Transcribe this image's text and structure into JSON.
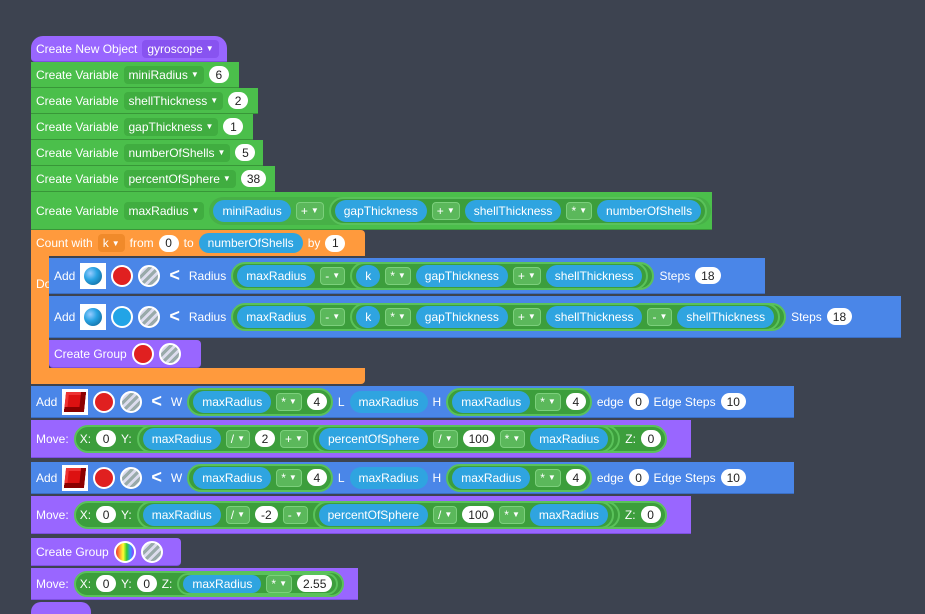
{
  "colors": {
    "background": "#3d4350",
    "object": "#9966ff",
    "variable": "#4bbf4b",
    "loop": "#ff9a3d",
    "shape": "#4a86e8"
  },
  "header": {
    "label": "Create New Object",
    "name": "gyroscope"
  },
  "variables": [
    {
      "label": "Create Variable",
      "name": "miniRadius",
      "value": "6"
    },
    {
      "label": "Create Variable",
      "name": "shellThickness",
      "value": "2"
    },
    {
      "label": "Create Variable",
      "name": "gapThickness",
      "value": "1"
    },
    {
      "label": "Create Variable",
      "name": "numberOfShells",
      "value": "5"
    },
    {
      "label": "Create Variable",
      "name": "percentOfSphere",
      "value": "38"
    }
  ],
  "maxRadius": {
    "label": "Create Variable",
    "name": "maxRadius",
    "t1": "miniRadius",
    "o1": "+",
    "t2": "gapThickness",
    "o2": "+",
    "t3": "shellThickness",
    "o3": "*",
    "t4": "numberOfShells"
  },
  "loop": {
    "count_with": "Count with",
    "var": "k",
    "from": "from",
    "from_val": "0",
    "to": "to",
    "to_var": "numberOfShells",
    "by": "by",
    "by_val": "1",
    "do": "Do"
  },
  "sphere1": {
    "add": "Add",
    "radius": "Radius",
    "a": "maxRadius",
    "o1": "-",
    "b": "k",
    "o2": "*",
    "c": "gapThickness",
    "o3": "+",
    "d": "shellThickness",
    "steps": "Steps",
    "steps_val": "18"
  },
  "sphere2": {
    "add": "Add",
    "radius": "Radius",
    "a": "maxRadius",
    "o1": "-",
    "b": "k",
    "o2": "*",
    "c": "gapThickness",
    "o3": "+",
    "d": "shellThickness",
    "o4": "-",
    "e": "shellThickness",
    "steps": "Steps",
    "steps_val": "18"
  },
  "inner_group": {
    "label": "Create Group"
  },
  "box1": {
    "add": "Add",
    "w": "W",
    "w_var": "maxRadius",
    "w_op": "*",
    "w_num": "4",
    "l": "L",
    "l_var": "maxRadius",
    "h": "H",
    "h_var": "maxRadius",
    "h_op": "*",
    "h_num": "4",
    "edge": "edge",
    "edge_val": "0",
    "edge_steps": "Edge Steps",
    "edge_steps_val": "10"
  },
  "move1": {
    "label": "Move:",
    "x": "X:",
    "x_val": "0",
    "y": "Y:",
    "a": "maxRadius",
    "o1": "/",
    "n1": "2",
    "o2": "+",
    "b": "percentOfSphere",
    "o3": "/",
    "n2": "100",
    "o4": "*",
    "c": "maxRadius",
    "z": "Z:",
    "z_val": "0"
  },
  "box2": {
    "add": "Add",
    "w": "W",
    "w_var": "maxRadius",
    "w_op": "*",
    "w_num": "4",
    "l": "L",
    "l_var": "maxRadius",
    "h": "H",
    "h_var": "maxRadius",
    "h_op": "*",
    "h_num": "4",
    "edge": "edge",
    "edge_val": "0",
    "edge_steps": "Edge Steps",
    "edge_steps_val": "10"
  },
  "move2": {
    "label": "Move:",
    "x": "X:",
    "x_val": "0",
    "y": "Y:",
    "a": "maxRadius",
    "o1": "/",
    "n1": "-2",
    "o2": "-",
    "b": "percentOfSphere",
    "o3": "/",
    "n2": "100",
    "o4": "*",
    "c": "maxRadius",
    "z": "Z:",
    "z_val": "0"
  },
  "outer_group": {
    "label": "Create Group"
  },
  "move3": {
    "label": "Move:",
    "x": "X:",
    "x_val": "0",
    "y": "Y:",
    "y_val": "0",
    "z": "Z:",
    "a": "maxRadius",
    "o1": "*",
    "n1": "2.55"
  },
  "icons": {
    "dropdown": "caret-down-icon",
    "back": "chevron-left-icon",
    "sphere": "sphere-icon",
    "cube": "cube-icon"
  }
}
